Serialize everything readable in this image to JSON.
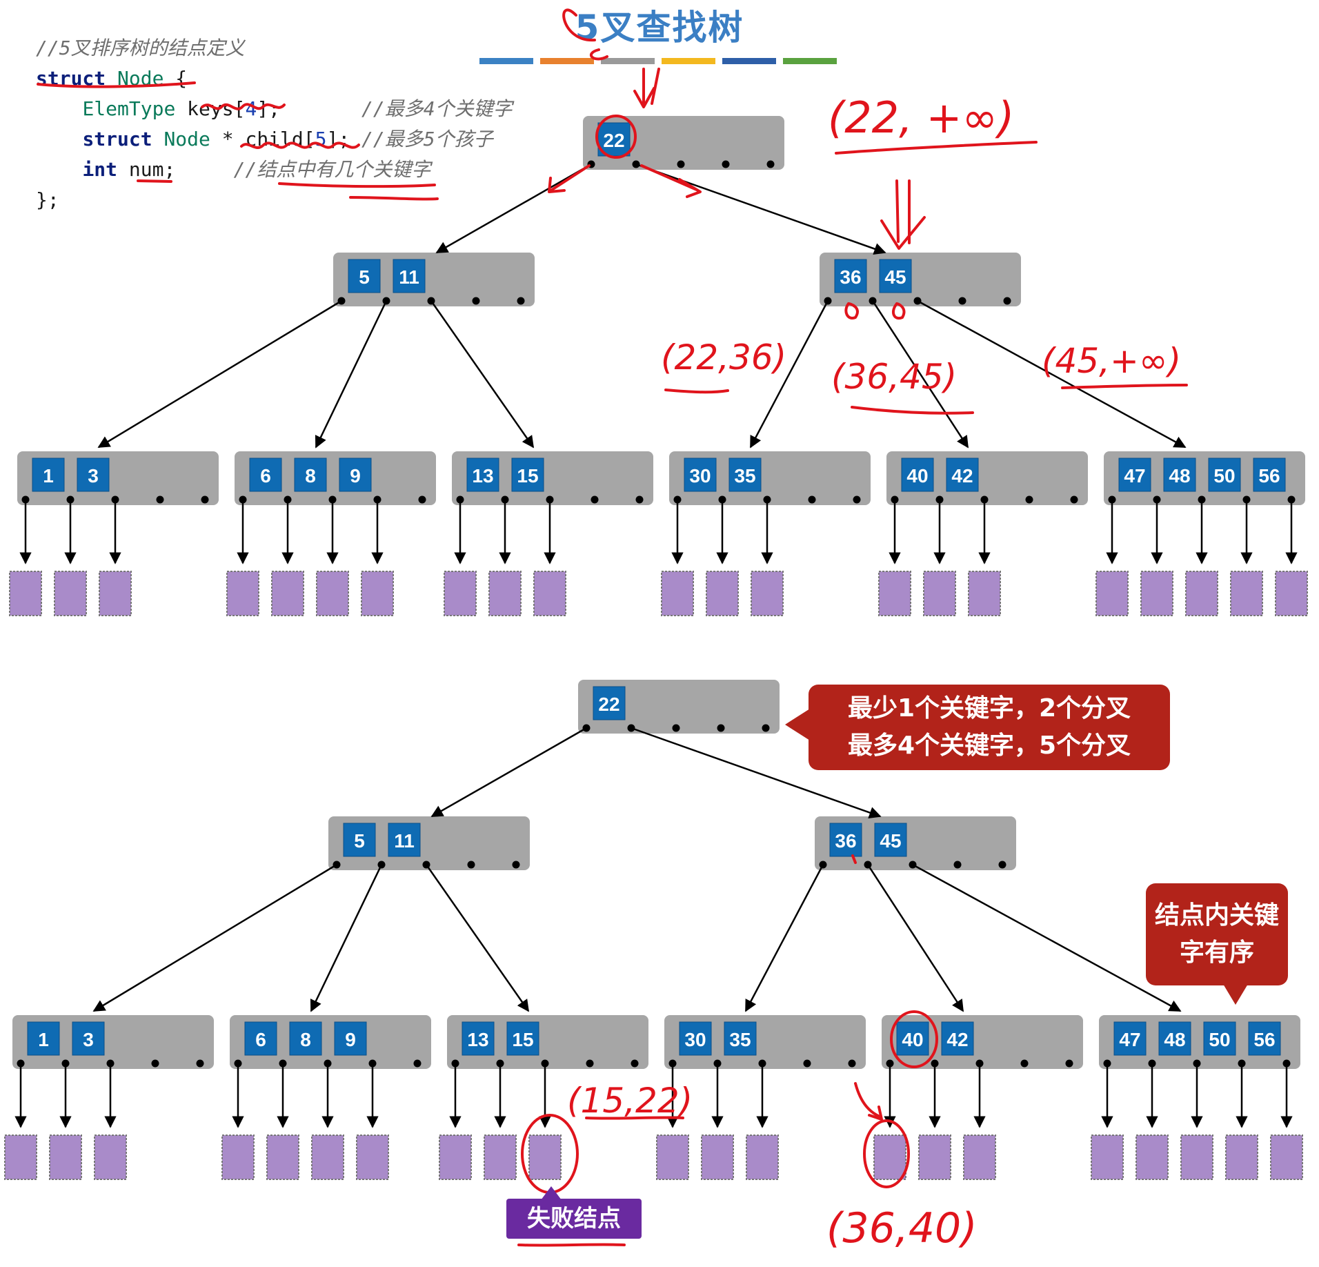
{
  "title": "5叉查找树",
  "code": {
    "comment": "//5叉排序树的结点定义",
    "l1_kw": "struct",
    "l1_ty": "Node",
    "l1_rest": " {",
    "l2_ty": "ElemType",
    "l2_mid": " keys[",
    "l2_num": "4",
    "l2_end": "];",
    "l2_cm": "//最多4个关键字",
    "l3_kw": "struct",
    "l3_ty": "Node",
    "l3_mid": " * child[",
    "l3_num": "5",
    "l3_end": "];",
    "l3_cm": "//最多5个孩子",
    "l4_kw": "int",
    "l4_mid": " num;",
    "l4_cm": "//结点中有几个关键字",
    "l5": "};"
  },
  "colors": {
    "key_box": "#0f6bb3",
    "node_bg": "#a6a6a6",
    "leaf_fill": "#a98bc9",
    "annotation": "#e0141c",
    "callout": "#b2231a",
    "fail_label": "#6a2aa0",
    "palette": [
      "#3b82c4",
      "#e8812e",
      "#9a9a9a",
      "#f3b81f",
      "#2e5fa8",
      "#5aa23f"
    ]
  },
  "tree": {
    "root": [
      "22"
    ],
    "level2": [
      [
        "5",
        "11"
      ],
      [
        "36",
        "45"
      ]
    ],
    "leaves": [
      [
        "1",
        "3"
      ],
      [
        "6",
        "8",
        "9"
      ],
      [
        "13",
        "15"
      ],
      [
        "30",
        "35"
      ],
      [
        "40",
        "42"
      ],
      [
        "47",
        "48",
        "50",
        "56"
      ]
    ]
  },
  "annotations_top": [
    "(22, +∞)",
    "(22,36)",
    "(36,45)",
    "(45,+∞)"
  ],
  "annotations_bottom": [
    "(15,22)",
    "(36,40)"
  ],
  "callouts": {
    "callout1_line1": "最少1个关键字，2个分叉",
    "callout1_line2": "最多4个关键字，5个分叉",
    "callout2_line1": "结点内关键",
    "callout2_line2": "字有序"
  },
  "fail_label": "失败结点"
}
